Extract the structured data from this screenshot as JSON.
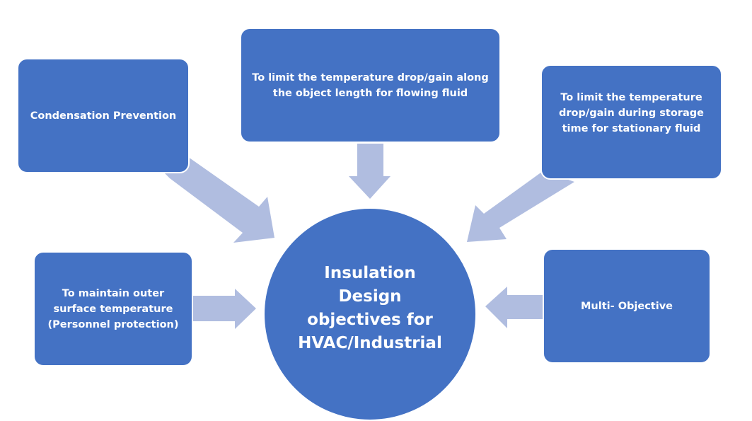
{
  "colors": {
    "box_fill": "#4472c4",
    "arrow_fill": "#b0bde0",
    "text": "#ffffff",
    "background": "#ffffff"
  },
  "center": {
    "label": "Insulation Design objectives for HVAC/Industrial"
  },
  "objectives": [
    {
      "id": "condensation",
      "label": "Condensation Prevention",
      "arrow_direction": "down-right"
    },
    {
      "id": "flowing-fluid",
      "label": "To limit the temperature drop/gain along the object length for flowing fluid",
      "arrow_direction": "down"
    },
    {
      "id": "stationary-fluid",
      "label": "To limit the temperature drop/gain during storage time for stationary fluid",
      "arrow_direction": "down-left"
    },
    {
      "id": "personnel-protection",
      "label": "To maintain outer surface temperature (Personnel protection)",
      "arrow_direction": "right"
    },
    {
      "id": "multi-objective",
      "label": "Multi- Objective",
      "arrow_direction": "left"
    }
  ]
}
